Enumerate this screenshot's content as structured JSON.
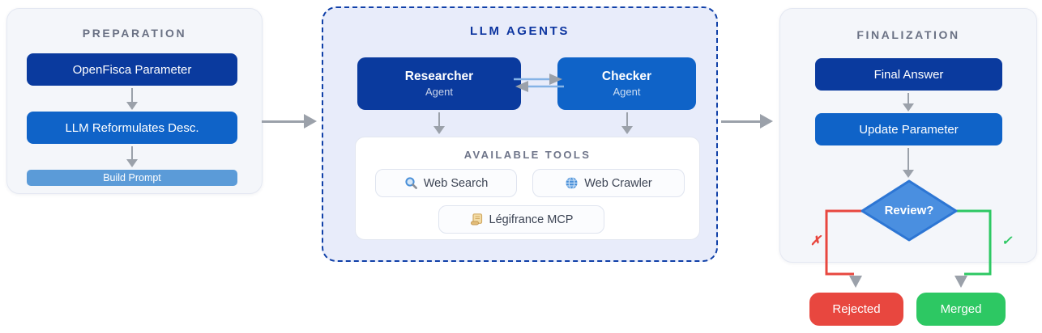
{
  "panels": {
    "preparation": {
      "title": "PREPARATION",
      "steps": [
        {
          "label": "OpenFisca Parameter"
        },
        {
          "label": "LLM Reformulates Desc."
        }
      ],
      "footer": "Build Prompt"
    },
    "agents": {
      "title": "LLM AGENTS",
      "researcher": {
        "name": "Researcher",
        "subtitle": "Agent"
      },
      "checker": {
        "name": "Checker",
        "subtitle": "Agent"
      },
      "tools": {
        "title": "AVAILABLE TOOLS",
        "items": [
          {
            "icon": "magnifier-icon",
            "label": "Web Search"
          },
          {
            "icon": "globe-icon",
            "label": "Web Crawler"
          },
          {
            "icon": "scroll-icon",
            "label": "Légifrance MCP"
          }
        ]
      }
    },
    "finalization": {
      "title": "FINALIZATION",
      "steps": [
        {
          "label": "Final Answer"
        },
        {
          "label": "Update Parameter"
        }
      ],
      "decision": {
        "label": "Review?"
      },
      "no_mark": "✗",
      "yes_mark": "✓",
      "outcomes": [
        {
          "label": "Rejected",
          "color": "#e8473f"
        },
        {
          "label": "Merged",
          "color": "#2dc863"
        }
      ]
    }
  },
  "colors": {
    "dark_blue": "#0a3a9e",
    "medium_blue": "#0f63c8",
    "light_blue_bar": "#5b9bd8",
    "diamond_fill": "#4a8fe0",
    "diamond_border": "#2d76d4",
    "reject_red": "#e8473f",
    "merge_green": "#2dc863",
    "arrow_gray": "#9ba1aa",
    "exchange_line_blue": "#85b3e6",
    "panel_bg": "#f4f6fa",
    "agents_panel_bg": "#e8ecfa",
    "dashed_border_blue": "#1040a8",
    "title_gray": "#6a7184",
    "title_blue": "#0d35a0"
  }
}
